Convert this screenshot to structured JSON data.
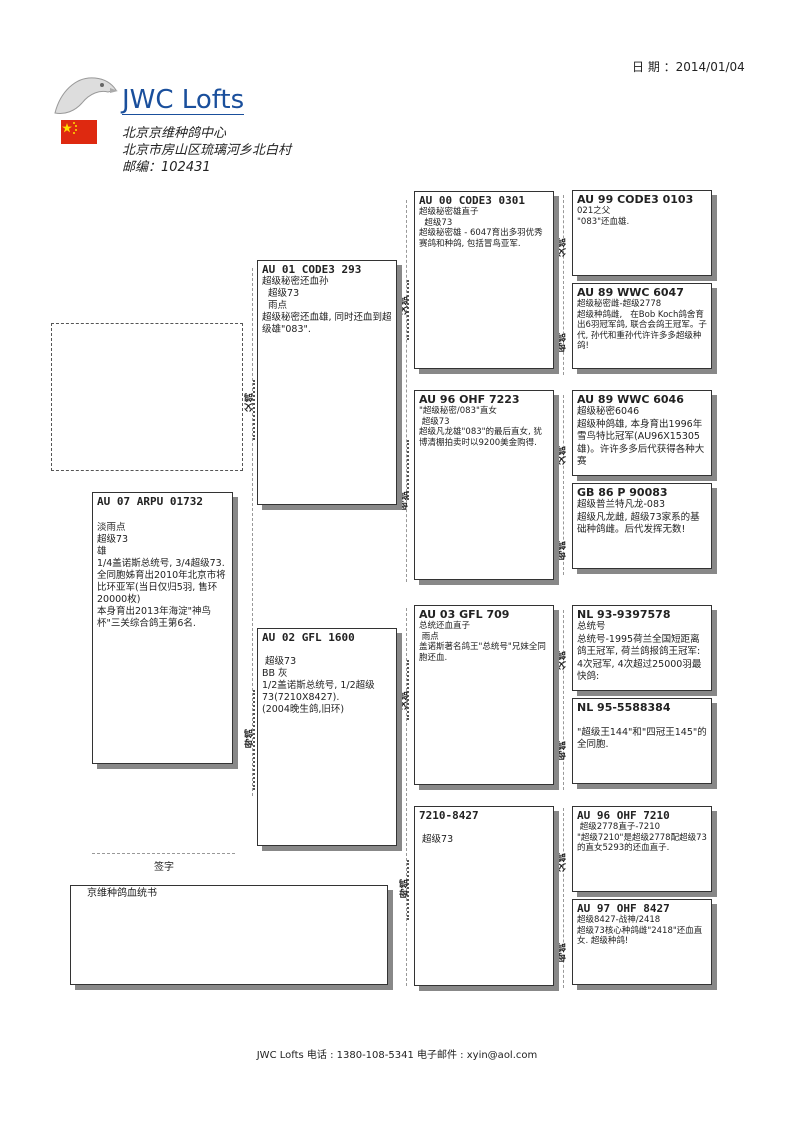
{
  "header": {
    "date_label": "日 期 ：2014/01/04",
    "brand": "JWC Lofts",
    "line1": "北京京维种鸽中心",
    "line2": "北京市房山区琉璃河乡北白村",
    "line3": "邮编：102431",
    "flag_colors": {
      "red": "#de2910",
      "yellow": "#ffde00"
    }
  },
  "subject": {
    "ring": "AU 07 ARPU 01732",
    "body": "淡雨点\n超级73\n雄\n1/4盖诺斯总统号, 3/4超级73.\n全同胞姊育出2010年北京市将比环亚军(当日仅归5羽, 售环20000枚)\n本身育出2013年海淀\"神鸟杯\"三关综合鸽王第6名."
  },
  "sire": {
    "ring": "AU 01 CODE3 293",
    "body": "超级秘密还血孙\n  超级73\n  雨点\n超级秘密还血雄, 同时还血到超级雄\"083\"."
  },
  "dam": {
    "ring": "AU 02 GFL 1600",
    "body": "\n 超级73\nBB 灰\n1/2盖诺斯总统号, 1/2超级73(7210X8427).\n(2004晚生鸽,旧环)"
  },
  "ss": {
    "ring": "AU 00 CODE3 0301",
    "body": "超级秘密雄直子\n  超级73\n超级秘密雄 - 6047育出多羽优秀赛鸽和种鸽, 包括冒鸟亚军."
  },
  "sd": {
    "ring": "AU 96 OHF 7223",
    "body": "\"超级秘密/083\"直女\n 超级73\n超级凡龙雄\"083\"的最后直女, 犹博清棚拍卖时以9200美金购得."
  },
  "ds": {
    "ring": "AU 03 GFL 709",
    "body": "总统还血直子\n 雨点\n盖诺斯著名鸽王\"总统号\"兄妹全同胞还血."
  },
  "dd": {
    "ring": "7210-8427",
    "body": "\n 超级73"
  },
  "sss": {
    "ring": "AU 99 CODE3 0103",
    "body": "021之父\n\"083\"还血雄."
  },
  "ssd": {
    "ring": "AU 89 WWC 6047",
    "body": "超级秘密雌-超级2778\n超级种鸽雌,   在Bob Koch鸽舍育出6羽冠军鸽, 联合会鸽王冠军。子代, 孙代和重孙代许许多多超级种鸽!"
  },
  "sds": {
    "ring": "AU 89 WWC 6046",
    "body": "超级秘密6046\n超级种鸽雄, 本身育出1996年雪鸟特比冠军(AU96X15305雄)。许许多多后代获得各种大赛"
  },
  "sdd": {
    "ring": "GB 86 P 90083",
    "body": "超级普兰特凡龙-083\n超级凡龙雌, 超级73家系的基础种鸽雌。后代发挥无数!"
  },
  "dss": {
    "ring": "NL 93-9397578",
    "body": "总统号\n总统号-1995荷兰全国短距离鸽王冠军, 荷兰鸽报鸽王冠军: 4次冠军, 4次超过25000羽最快鸽:"
  },
  "dsd": {
    "ring": "NL 95-5588384",
    "body": "\n\"超级王144\"和\"四冠王145\"的全同胞."
  },
  "dds": {
    "ring": "AU 96 OHF 7210",
    "body": " 超级2778直子-7210\n\"超级7210\"是超级2778配超级73的直女5293的还血直子."
  },
  "ddd": {
    "ring": "AU 97 OHF 8427",
    "body": "超级8427-战神/2418\n超级73核心种鸽雌\"2418\"还血直女. 超级种鸽!"
  },
  "labels": {
    "sire": "父鸽",
    "dam": "母鸽"
  },
  "signature_label": "签字",
  "notes_title": "京维种鸽血统书",
  "footer": "JWC Lofts 电话 : 1380-108-5341  电子邮件 : xyin@aol.com"
}
